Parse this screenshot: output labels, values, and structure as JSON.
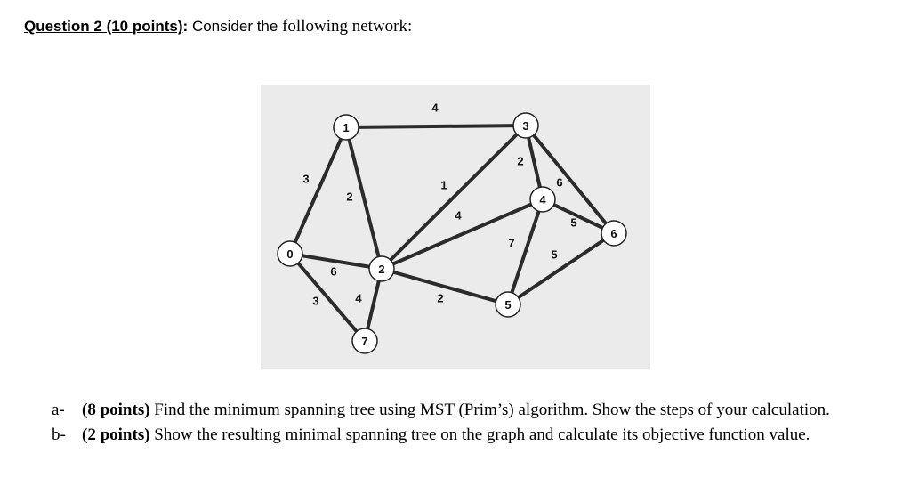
{
  "question": {
    "label": "Question 2 (10 points)",
    "colon": ":",
    "lead": "Consider the",
    "text": "following network:"
  },
  "network": {
    "nodes": [
      {
        "id": "0",
        "label": "0"
      },
      {
        "id": "1",
        "label": "1"
      },
      {
        "id": "2",
        "label": "2"
      },
      {
        "id": "3",
        "label": "3"
      },
      {
        "id": "4",
        "label": "4"
      },
      {
        "id": "5",
        "label": "5"
      },
      {
        "id": "6",
        "label": "6"
      },
      {
        "id": "7",
        "label": "7"
      }
    ],
    "edges": [
      {
        "from": "0",
        "to": "1",
        "weight": "3"
      },
      {
        "from": "1",
        "to": "3",
        "weight": "4"
      },
      {
        "from": "1",
        "to": "2",
        "weight": "2"
      },
      {
        "from": "0",
        "to": "2",
        "weight": "6"
      },
      {
        "from": "0",
        "to": "7",
        "weight": "3"
      },
      {
        "from": "2",
        "to": "7",
        "weight": "4"
      },
      {
        "from": "2",
        "to": "3",
        "weight": "1"
      },
      {
        "from": "2",
        "to": "4",
        "weight": "4"
      },
      {
        "from": "2",
        "to": "5",
        "weight": "2"
      },
      {
        "from": "3",
        "to": "4",
        "weight": "2"
      },
      {
        "from": "3",
        "to": "6",
        "weight": "6"
      },
      {
        "from": "4",
        "to": "6",
        "weight": "5"
      },
      {
        "from": "4",
        "to": "5",
        "weight": "7"
      },
      {
        "from": "5",
        "to": "6",
        "weight": "5"
      }
    ]
  },
  "parts": [
    {
      "letter": "a-",
      "points": "(8 points)",
      "text": "Find the minimum spanning tree using MST (Prim’s) algorithm. Show the steps of your calculation."
    },
    {
      "letter": "b-",
      "points": "(2 points)",
      "text": "Show the resulting minimal spanning tree on the graph and calculate its objective function value."
    }
  ]
}
